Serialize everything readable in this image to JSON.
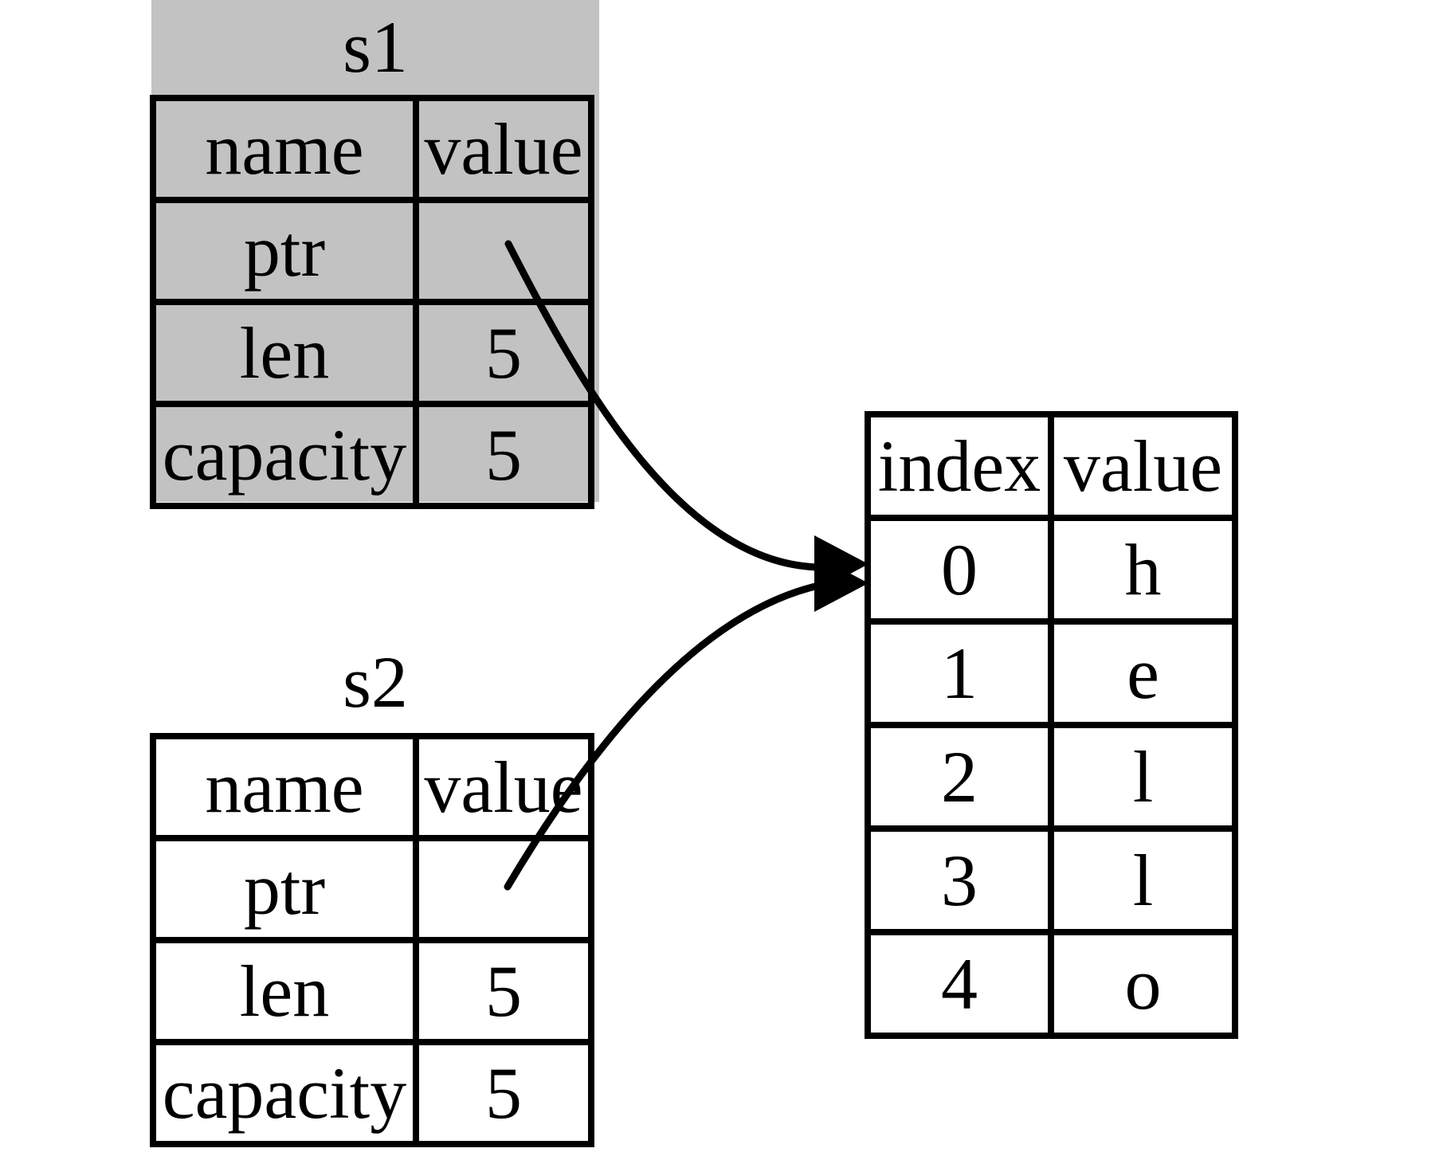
{
  "diagram": {
    "description": "Two string stack structs s1 and s2 whose ptr fields both point at the same heap buffer holding the characters of hello",
    "colors": {
      "background": "#ffffff",
      "invalidated_fill": "#c2c2c2",
      "border": "#000000",
      "arrow": "#000000"
    },
    "stacks": [
      {
        "title": "s1",
        "grayed_out": true,
        "columns": [
          "name",
          "value"
        ],
        "rows": [
          {
            "name": "ptr",
            "value": ""
          },
          {
            "name": "len",
            "value": "5"
          },
          {
            "name": "capacity",
            "value": "5"
          }
        ]
      },
      {
        "title": "s2",
        "grayed_out": false,
        "columns": [
          "name",
          "value"
        ],
        "rows": [
          {
            "name": "ptr",
            "value": ""
          },
          {
            "name": "len",
            "value": "5"
          },
          {
            "name": "capacity",
            "value": "5"
          }
        ]
      }
    ],
    "heap": {
      "columns": [
        "index",
        "value"
      ],
      "rows": [
        {
          "index": "0",
          "value": "h"
        },
        {
          "index": "1",
          "value": "e"
        },
        {
          "index": "2",
          "value": "l"
        },
        {
          "index": "3",
          "value": "l"
        },
        {
          "index": "4",
          "value": "o"
        }
      ]
    }
  }
}
